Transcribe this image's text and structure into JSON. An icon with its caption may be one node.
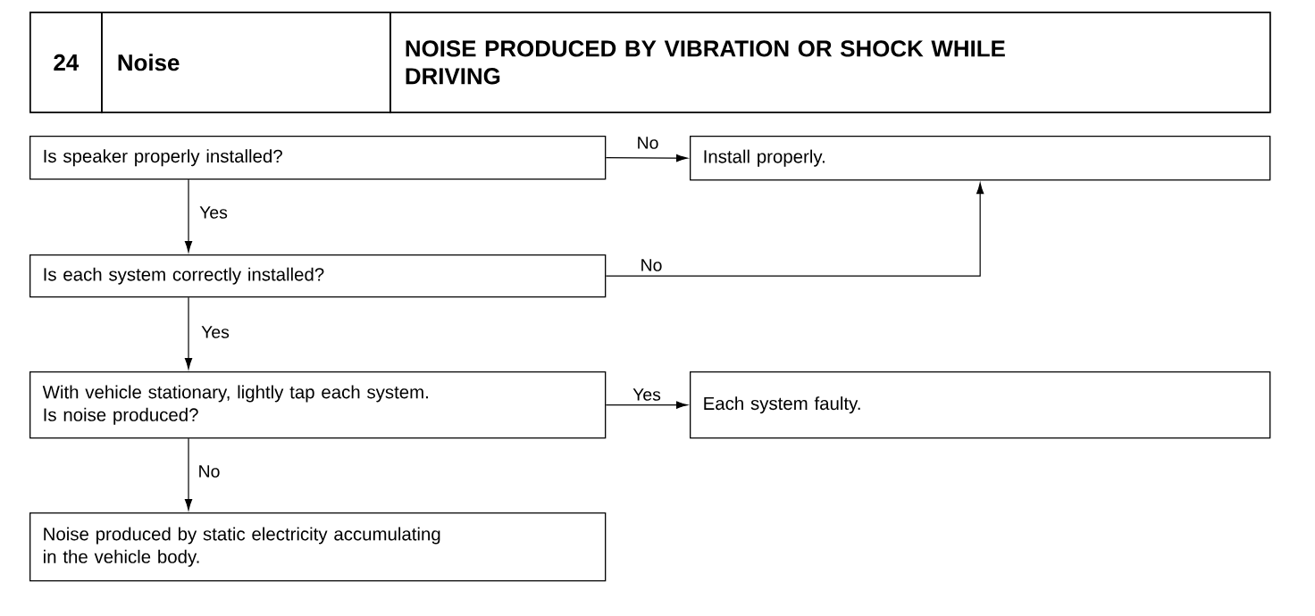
{
  "diagram": {
    "title": "NOISE PRODUCED BY VIBRATION OR SHOCK WHILE DRIVING",
    "nodes": [
      {
        "text": [
          "Is speaker properly installed?"
        ]
      },
      {
        "text": [
          "Install properly."
        ]
      },
      {
        "text": [
          "Is each system correctly installed?"
        ]
      },
      {
        "text": [
          "With vehicle stationary, lightly tap each system.",
          "Is noise produced?"
        ]
      },
      {
        "text": [
          "Each system faulty."
        ]
      },
      {
        "text": [
          "Noise produced by static electricity accumulating in the vehicle body."
        ]
      }
    ],
    "edges": [
      {
        "from": 0,
        "to": 1,
        "arrow": "to",
        "label": "No"
      },
      {
        "from": 0,
        "to": 2,
        "arrow": "to",
        "label": "Yes"
      },
      {
        "from": 2,
        "to": 1,
        "arrow": "to",
        "label": "No"
      },
      {
        "from": 2,
        "to": 3,
        "arrow": "to",
        "label": "Yes"
      },
      {
        "from": 3,
        "to": 4,
        "arrow": "to",
        "label": "Yes"
      },
      {
        "from": 3,
        "to": 5,
        "arrow": "to",
        "label": "No"
      }
    ],
    "labels": [
      "24",
      "Noise"
    ]
  }
}
